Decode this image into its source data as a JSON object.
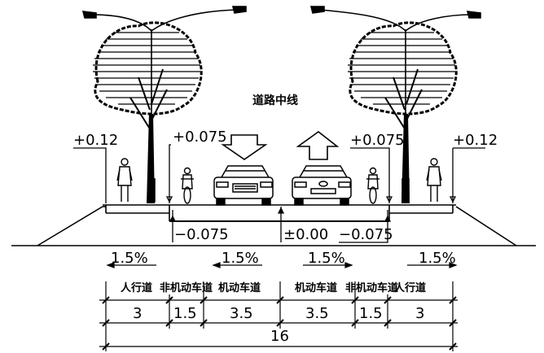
{
  "title": "道路中线",
  "elevations": {
    "outer_left": "+0.12",
    "inner_left": "+0.075",
    "inner_right": "+0.075",
    "outer_right": "+0.12",
    "gutter_left": "−0.075",
    "center": "±0.00",
    "gutter_right": "−0.075"
  },
  "slopes": [
    "1.5%",
    "1.5%",
    "1.5%",
    "1.5%"
  ],
  "lane_names": [
    "人行道",
    "非机动车道",
    "机动车道",
    "机动车道",
    "非机动车道",
    "人行道"
  ],
  "lane_widths": [
    "3",
    "1.5",
    "3.5",
    "3.5",
    "1.5",
    "3"
  ],
  "total_width": "16",
  "icons": {
    "tree": "tree-icon",
    "street_lamp": "street-lamp-icon",
    "pedestrian": "pedestrian-icon",
    "cyclist": "cyclist-icon",
    "car": "car-icon",
    "arrow_down": "arrow-down-icon",
    "arrow_up": "arrow-up-icon"
  },
  "colors": {
    "line": "#000000",
    "background": "#ffffff"
  }
}
